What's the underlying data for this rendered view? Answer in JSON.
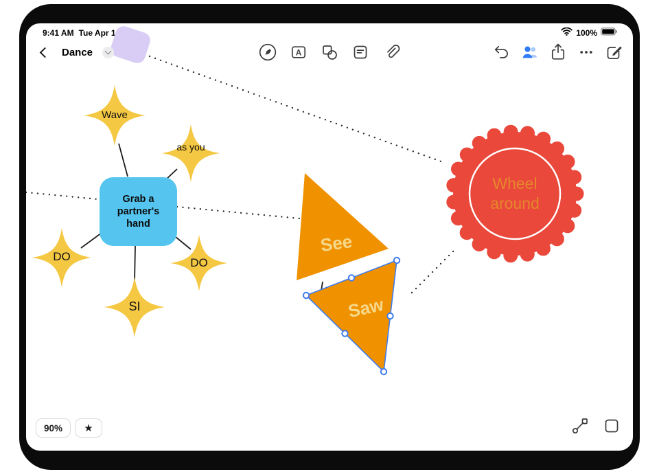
{
  "status_bar": {
    "time": "9:41 AM",
    "date": "Tue Apr 1",
    "battery_percent": "100%"
  },
  "nav": {
    "title": "Dance"
  },
  "toolbar": {
    "tools": [
      "marker-tool",
      "text-tool",
      "shapes-tool",
      "sticky-note-tool",
      "attachment-tool"
    ],
    "text_tool_glyph": "A",
    "actions": [
      "undo",
      "collaborate",
      "share",
      "more",
      "new-board"
    ]
  },
  "canvas": {
    "mind_map": {
      "center_label": "Grab a partner's hand",
      "stars": [
        {
          "label": "Wave"
        },
        {
          "label": "as you"
        },
        {
          "label": "DO"
        },
        {
          "label": "DO"
        },
        {
          "label": "SI"
        }
      ]
    },
    "triangles": [
      {
        "label": "See",
        "selected": false
      },
      {
        "label": "Saw",
        "selected": true
      }
    ],
    "flower_label": "Wheel around"
  },
  "colors": {
    "star_yellow": "#F5C843",
    "node_blue": "#55C5F0",
    "triangle_orange": "#F09200",
    "triangle_text": "#F6D88C",
    "flower_red": "#E9483B",
    "flower_text": "#E8872A",
    "selection_blue": "#3E7BF0",
    "collab_blue": "#2F7CF5",
    "sticker_purple": "#D9CDF6"
  },
  "footer": {
    "zoom": "90%",
    "favorite_icon": "star",
    "right_icons": [
      "connector",
      "square"
    ]
  }
}
